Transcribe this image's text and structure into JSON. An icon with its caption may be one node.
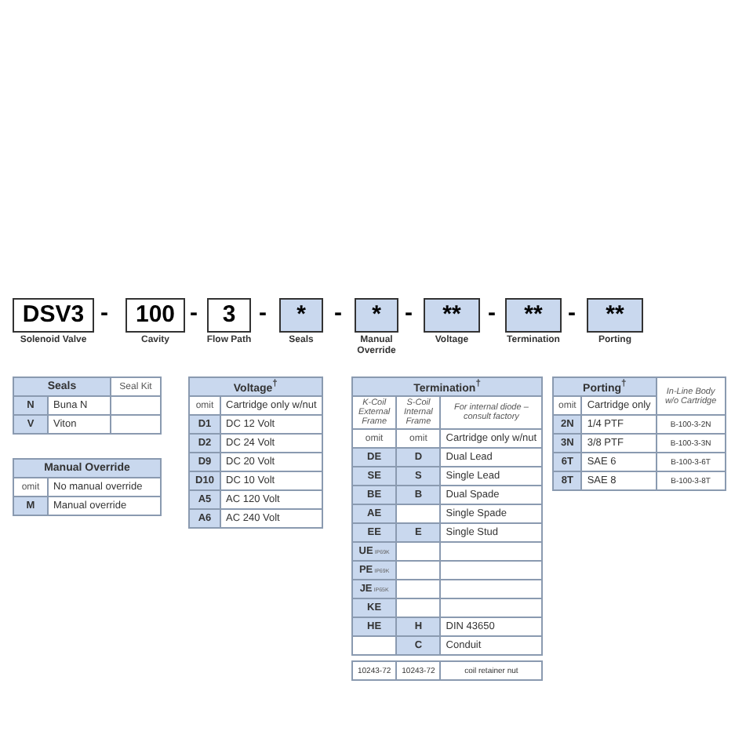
{
  "diagram": {
    "nodes": [
      {
        "text": [
          "DSV3"
        ],
        "beside": [
          "Solenoid Valve"
        ]
      },
      {
        "text": [
          "100"
        ],
        "beside": [
          "Cavity"
        ]
      },
      {
        "text": [
          "3"
        ],
        "beside": [
          "Flow Path"
        ]
      },
      {
        "text": [
          "*"
        ],
        "beside": [
          "Seals"
        ]
      },
      {
        "text": [
          "*"
        ],
        "beside": [
          "Manual Override"
        ]
      },
      {
        "text": [
          "**"
        ],
        "beside": [
          "Voltage"
        ]
      },
      {
        "text": [
          "**"
        ],
        "beside": [
          "Termination"
        ]
      },
      {
        "text": [
          "**"
        ],
        "beside": [
          "Porting"
        ]
      },
      {
        "text": [
          "Seals",
          "Seal Kit",
          "N",
          "Buna N",
          "V",
          "Viton"
        ]
      },
      {
        "text": [
          "Manual Override",
          "omit",
          "No manual override",
          "M",
          "Manual override"
        ]
      },
      {
        "text": [
          "Voltage$^{†}$",
          "omit",
          "Cartridge only w/nut",
          "D1",
          "DC 12 Volt",
          "D2",
          "DC 24 Volt",
          "D9",
          "DC 20 Volt",
          "D10",
          "DC 10 Volt",
          "A5",
          "AC 120 Volt",
          "A6",
          "AC 240 Volt"
        ]
      },
      {
        "text": [
          "Termination$^{†}$",
          "K-Coil External Frame",
          "S-Coil Internal Frame",
          "For internal diode – consult factory",
          "omit",
          "omit",
          "Cartridge only w/nut",
          "DE",
          "D",
          "Dual Lead",
          "SE",
          "S",
          "Single Lead",
          "BE",
          "B",
          "Dual Spade",
          "AE",
          "Single Spade",
          "EE",
          "E",
          "Single Stud",
          "UE",
          "IP69K",
          "PE",
          "IP69K",
          "JE",
          "IP65K",
          "KE",
          "HE",
          "H",
          "DIN 43650",
          "C",
          "Conduit",
          "10243-72",
          "10243-72",
          "coil retainer nut"
        ]
      },
      {
        "text": [
          "Porting$^{†}$",
          "In-Line Body w/o Cartridge",
          "omit",
          "Cartridge only",
          "2N",
          "1/4 PTF",
          "B-100-3-2N",
          "3N",
          "3/8 PTF",
          "B-100-3-3N",
          "6T",
          "SAE 6",
          "B-100-3-6T",
          "8T",
          "SAE 8",
          "B-100-3-8T"
        ]
      }
    ],
    "labels": [
      "-",
      "-",
      "-",
      "-",
      "-",
      "-",
      "-"
    ]
  }
}
